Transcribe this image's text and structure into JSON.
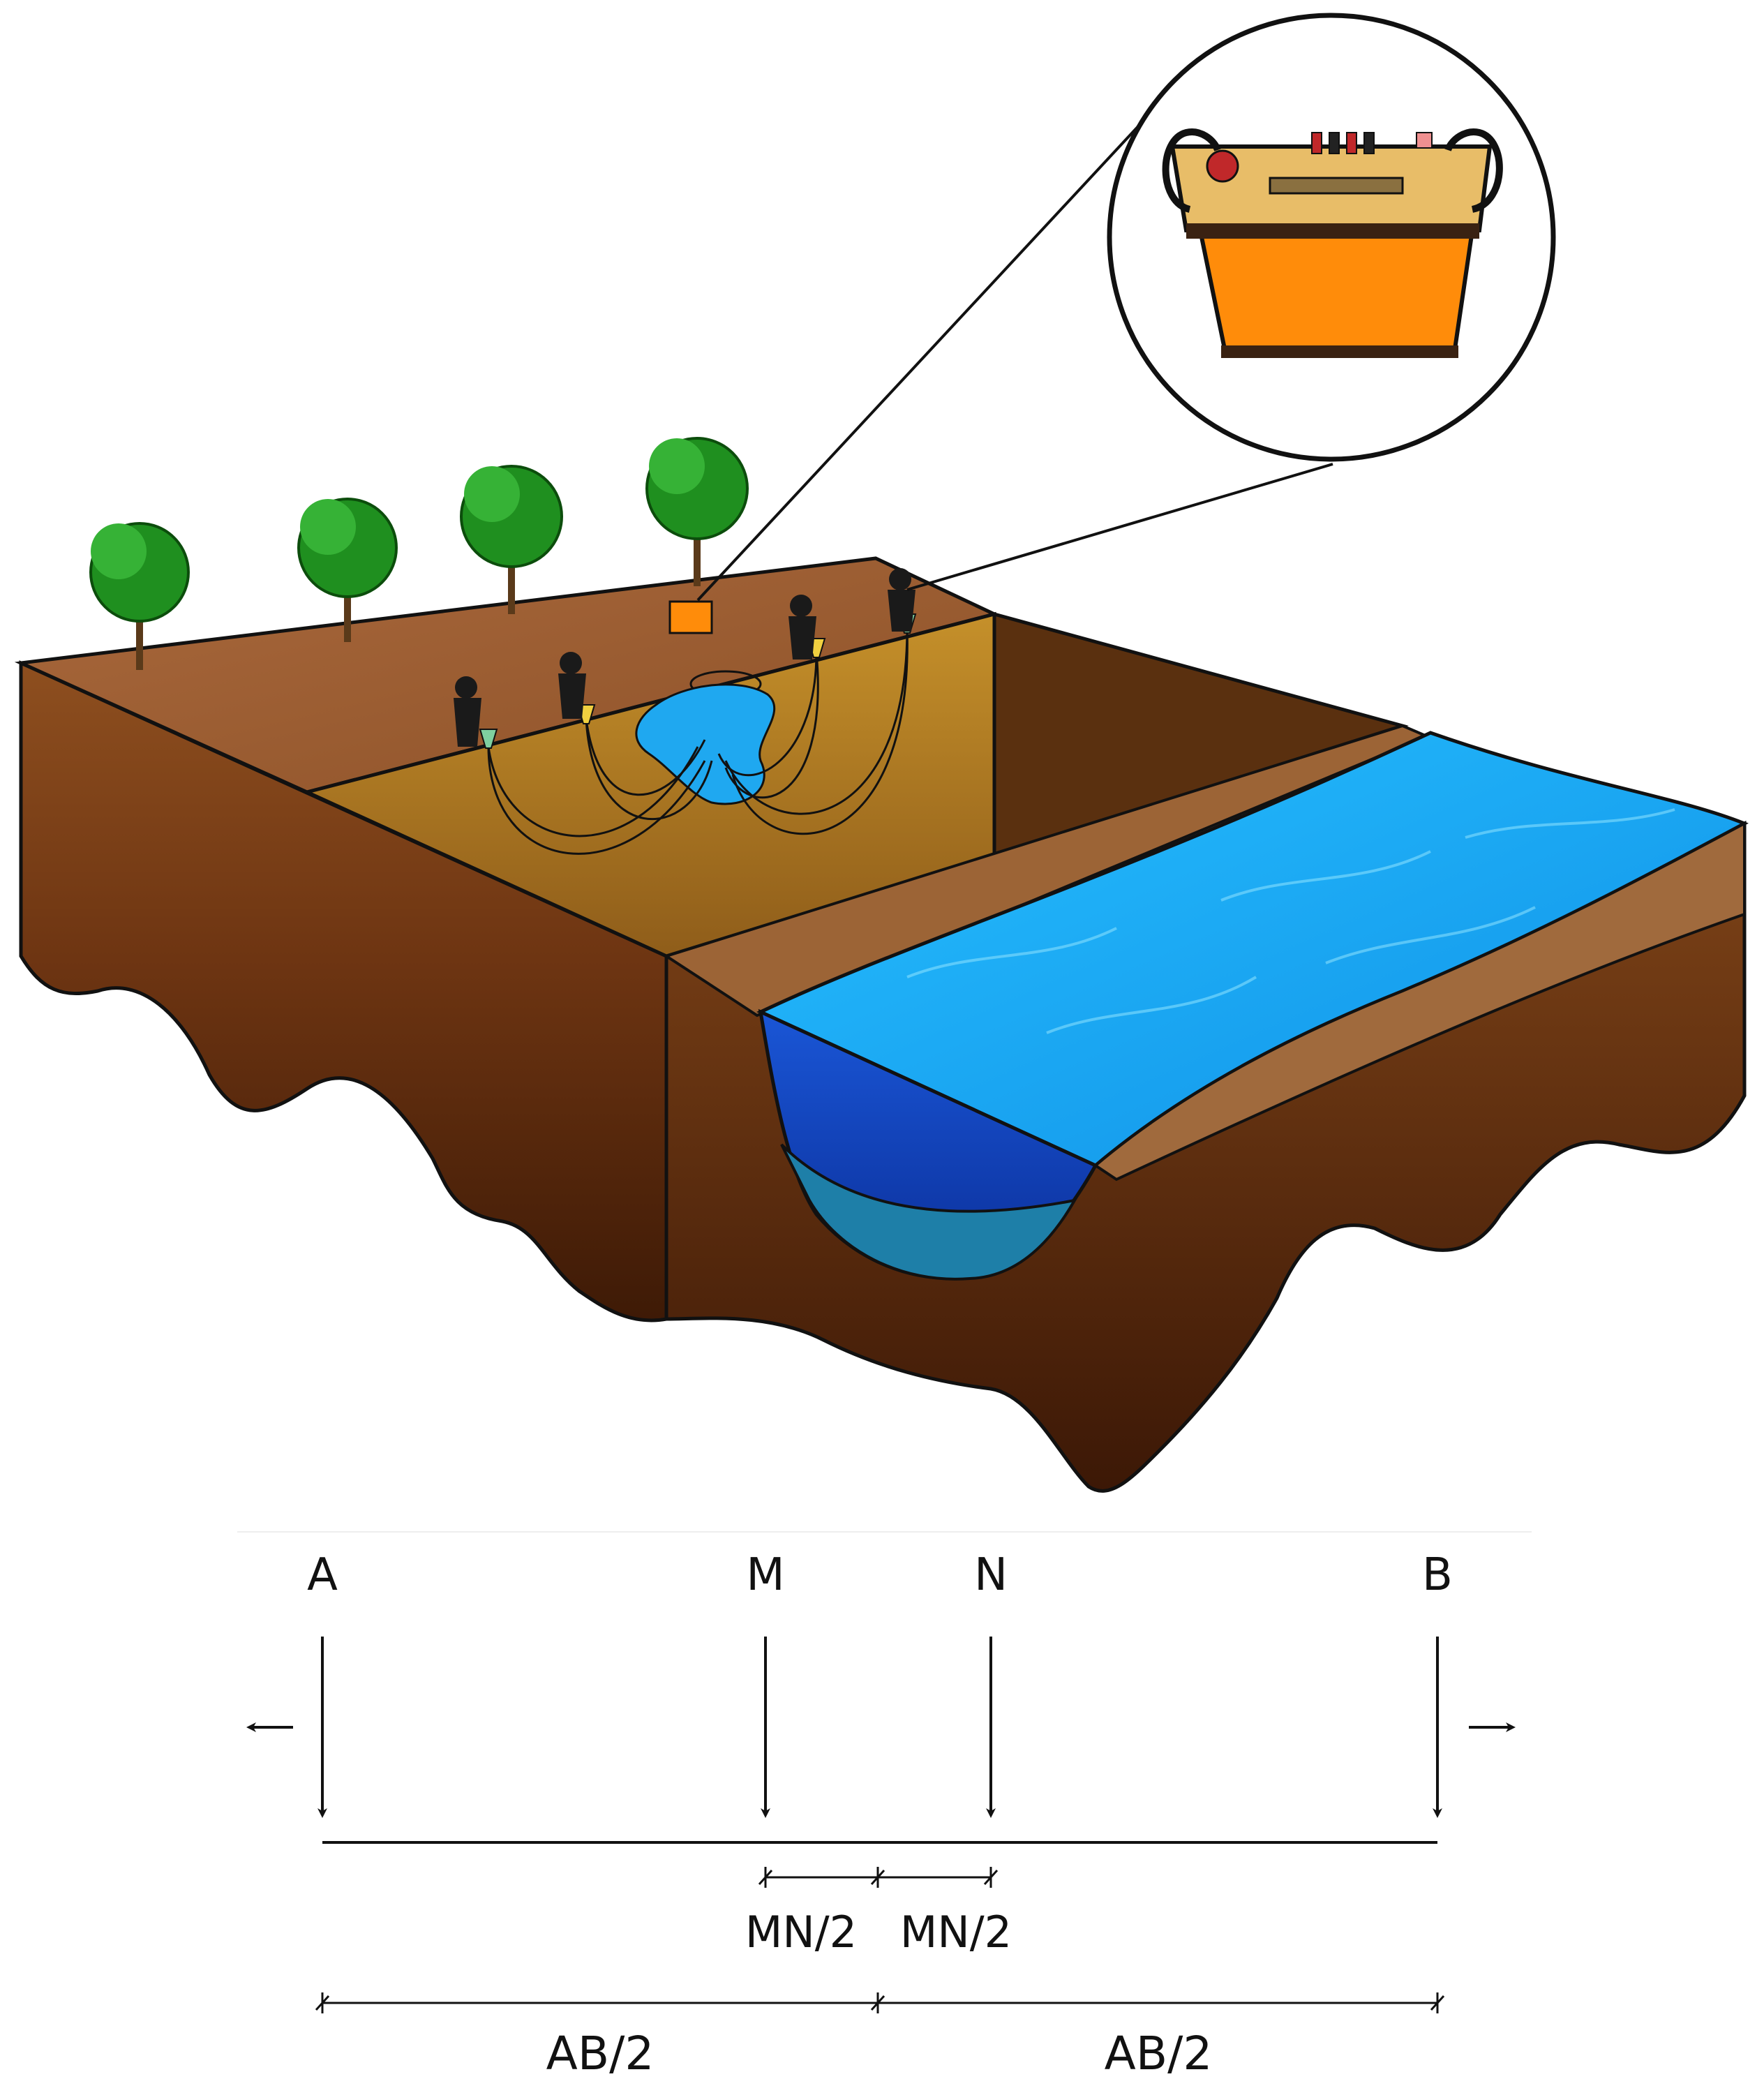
{
  "colors": {
    "soil_dark": "#5a2a0c",
    "soil_mid": "#8b4a1c",
    "soil_top": "#9a5c32",
    "pit_sand": "#c8922a",
    "water_light": "#1fb3f5",
    "water_dark": "#0d5bd8",
    "device_body": "#ff8c0a",
    "device_top": "#e8bd68",
    "tree_green": "#1f8f1f",
    "line": "#111111"
  },
  "illustration": {
    "trees": 4,
    "operators": 4,
    "electrodes": 4,
    "inset": "resistivity-meter"
  },
  "electrodes": {
    "A": "A",
    "M": "M",
    "N": "N",
    "B": "B"
  },
  "dimensions": {
    "mn_half_left": "MN/2",
    "mn_half_right": "MN/2",
    "ab_half_left": "AB/2",
    "ab_half_right": "AB/2"
  }
}
